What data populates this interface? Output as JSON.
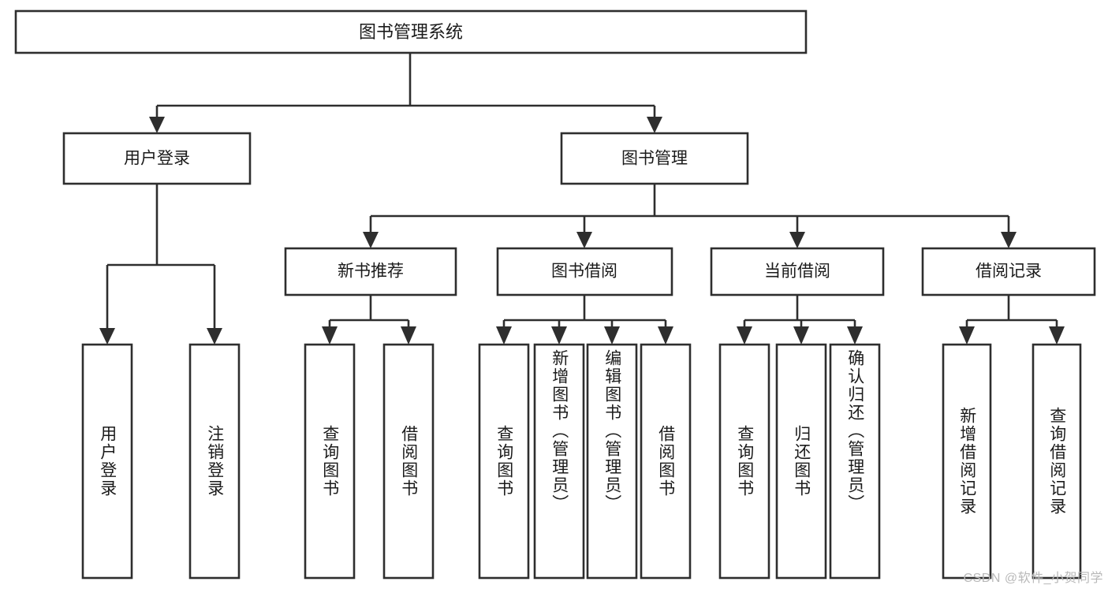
{
  "diagram": {
    "type": "tree",
    "title": "图书管理系统",
    "watermark": "CSDN @软件_小贺同学",
    "colors": {
      "stroke": "#2e2e2e",
      "fill": "#ffffff",
      "text": "#1b1b1b",
      "watermark": "#b9b9b9"
    },
    "levels": {
      "root": {
        "label": "图书管理系统"
      },
      "level2": [
        {
          "id": "user-login",
          "label": "用户登录"
        },
        {
          "id": "book-manage",
          "label": "图书管理"
        }
      ],
      "level3": [
        {
          "id": "new-book-rec",
          "label": "新书推荐",
          "parent": "book-manage"
        },
        {
          "id": "book-borrow",
          "label": "图书借阅",
          "parent": "book-manage"
        },
        {
          "id": "current-borrow",
          "label": "当前借阅",
          "parent": "book-manage"
        },
        {
          "id": "borrow-record",
          "label": "借阅记录",
          "parent": "book-manage"
        }
      ],
      "leaves": [
        {
          "id": "leaf-user-login",
          "label": "用户登录",
          "parent": "user-login"
        },
        {
          "id": "leaf-user-logout",
          "label": "注销登录",
          "parent": "user-login"
        },
        {
          "id": "leaf-query-book-1",
          "label": "查询图书",
          "parent": "new-book-rec"
        },
        {
          "id": "leaf-borrow-book-1",
          "label": "借阅图书",
          "parent": "new-book-rec"
        },
        {
          "id": "leaf-query-book-2",
          "label": "查询图书",
          "parent": "book-borrow"
        },
        {
          "id": "leaf-add-book",
          "label": "新增图书（管理员）",
          "parent": "book-borrow"
        },
        {
          "id": "leaf-edit-book",
          "label": "编辑图书（管理员）",
          "parent": "book-borrow"
        },
        {
          "id": "leaf-borrow-book-2",
          "label": "借阅图书",
          "parent": "book-borrow"
        },
        {
          "id": "leaf-query-book-3",
          "label": "查询图书",
          "parent": "current-borrow"
        },
        {
          "id": "leaf-return-book",
          "label": "归还图书",
          "parent": "current-borrow"
        },
        {
          "id": "leaf-confirm-return",
          "label": "确认归还（管理员）",
          "parent": "current-borrow"
        },
        {
          "id": "leaf-add-record",
          "label": "新增借阅记录",
          "parent": "borrow-record"
        },
        {
          "id": "leaf-query-record",
          "label": "查询借阅记录",
          "parent": "borrow-record"
        }
      ]
    }
  }
}
